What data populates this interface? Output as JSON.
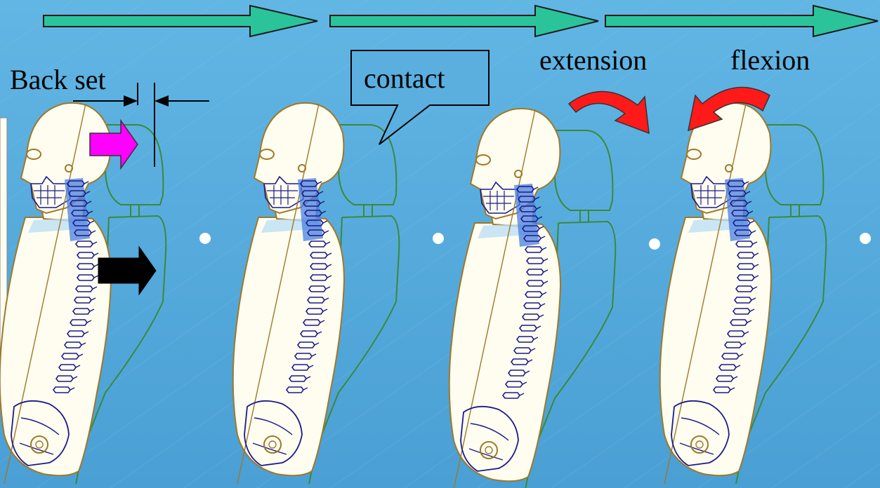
{
  "labels": {
    "back_set": "Back set",
    "contact": "contact",
    "extension": "extension",
    "flexion": "flexion"
  },
  "colors": {
    "background": "#5aafdf",
    "sequence_arrow": "#2bc49a",
    "body_fill": "#fefdf0",
    "body_outline": "#a07828",
    "spine": "#1a1a8c",
    "cervical_highlight": "#4a7fe0",
    "seat": "#3a8a3a",
    "backset_arrow": "#ff00ff",
    "torso_arrow": "#000000",
    "rotation_arrow": "#ff1a1a"
  },
  "icons": [
    "sequence-arrow-icon",
    "rotation-arrow-icon",
    "push-arrow-icon",
    "dimension-arrow-icon"
  ]
}
